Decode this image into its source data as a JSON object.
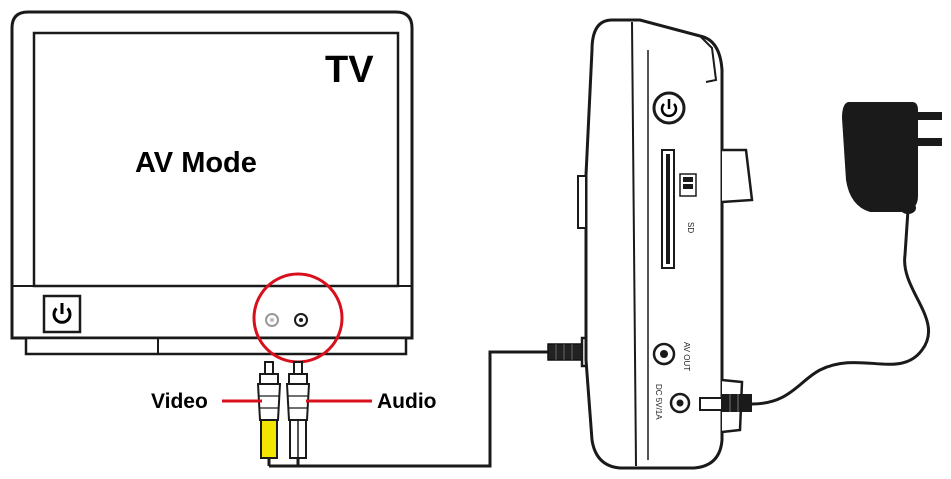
{
  "tv": {
    "title": "TV",
    "screen_text": "AV Mode",
    "power_icon": "power-icon"
  },
  "connectors": {
    "video_label": "Video",
    "audio_label": "Audio",
    "video_plug_color": "#f2e600",
    "highlight_color": "#d8101c"
  },
  "player": {
    "power_icon": "power-icon",
    "card_slot_label": "SD",
    "av_port_label": "AV OUT",
    "dc_port_label": "DC 5V/1A"
  },
  "adapter": {
    "icon": "power-adapter-icon"
  }
}
